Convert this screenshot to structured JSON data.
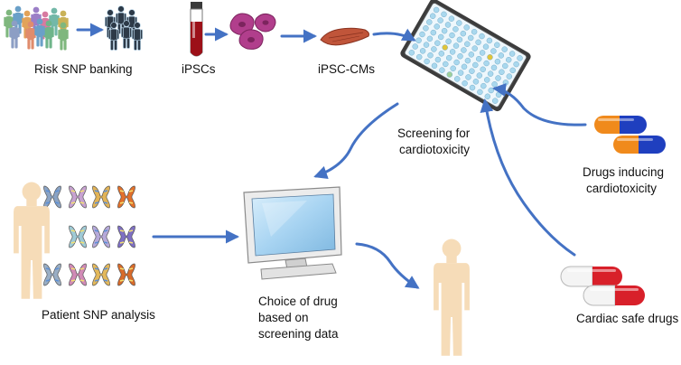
{
  "labels": {
    "risk_snp_banking": "Risk SNP banking",
    "ipscs": "iPSCs",
    "ipsc_cms": "iPSC-CMs",
    "screening_line1": "Screening for",
    "screening_line2": "cardiotoxicity",
    "drugs_inducing_line1": "Drugs inducing",
    "drugs_inducing_line2": "cardiotoxicity",
    "cardiac_safe_drugs": "Cardiac safe drugs",
    "patient_snp_analysis": "Patient SNP analysis",
    "choice_line1": "Choice of drug",
    "choice_line2": "based on",
    "choice_line3": "screening data"
  },
  "colors": {
    "arrow": "#4472c4",
    "person_silhouette": "#f6dcb8",
    "pill_orange": "#f08a1c",
    "pill_blue": "#1f3fbf",
    "pill_red": "#d8202a",
    "pill_white": "#f4f4f4",
    "cell_magenta": "#b13e8c",
    "cardiomyocyte": "#c0553a",
    "plate_well": "#a9d8ee",
    "screen_blue": "#a8d4f2"
  },
  "icons": [
    "people-crowd-icon",
    "selected-people-icon",
    "blood-tube-icon",
    "ipsc-cells-icon",
    "cardiomyocyte-icon",
    "well-plate-icon",
    "chromosomes-icon",
    "computer-monitor-icon",
    "person-silhouette-icon",
    "orange-blue-capsule-icon",
    "red-white-capsule-icon"
  ]
}
